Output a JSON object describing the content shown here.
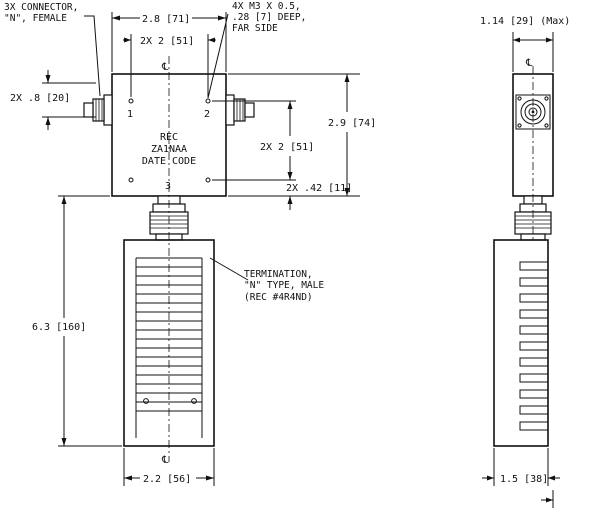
{
  "callouts": {
    "connector_line1": "3X CONNECTOR,",
    "connector_line2": "\"N\", FEMALE",
    "holes_line1": "4X M3 X 0.5,",
    "holes_line2": ".28 [7] DEEP,",
    "holes_line3": "FAR SIDE",
    "termination_line1": "TERMINATION,",
    "termination_line2": "\"N\" TYPE, MALE",
    "termination_line3": "(REC #4R4ND)"
  },
  "dimensions": {
    "width_top": "2.8 [71]",
    "hole_spacing_top": "2X 2 [51]",
    "height_right": "2.9 [74]",
    "hole_spacing_side": "2X 2 [51]",
    "hole_offset_bottom": "2X .42 [11]",
    "connector_offset": "2X .8 [20]",
    "termination_length": "6.3 [160]",
    "termination_width": "2.2 [56]",
    "depth_max": "1.14 [29] (Max)",
    "termination_depth": "1.5 [38]"
  },
  "body_labels": {
    "line1": "REC",
    "line2": "ZA1NAA",
    "line3": "DATE CODE"
  },
  "port_labels": {
    "p1": "1",
    "p2": "2",
    "p3": "3"
  },
  "centerline_symbol": "℄"
}
